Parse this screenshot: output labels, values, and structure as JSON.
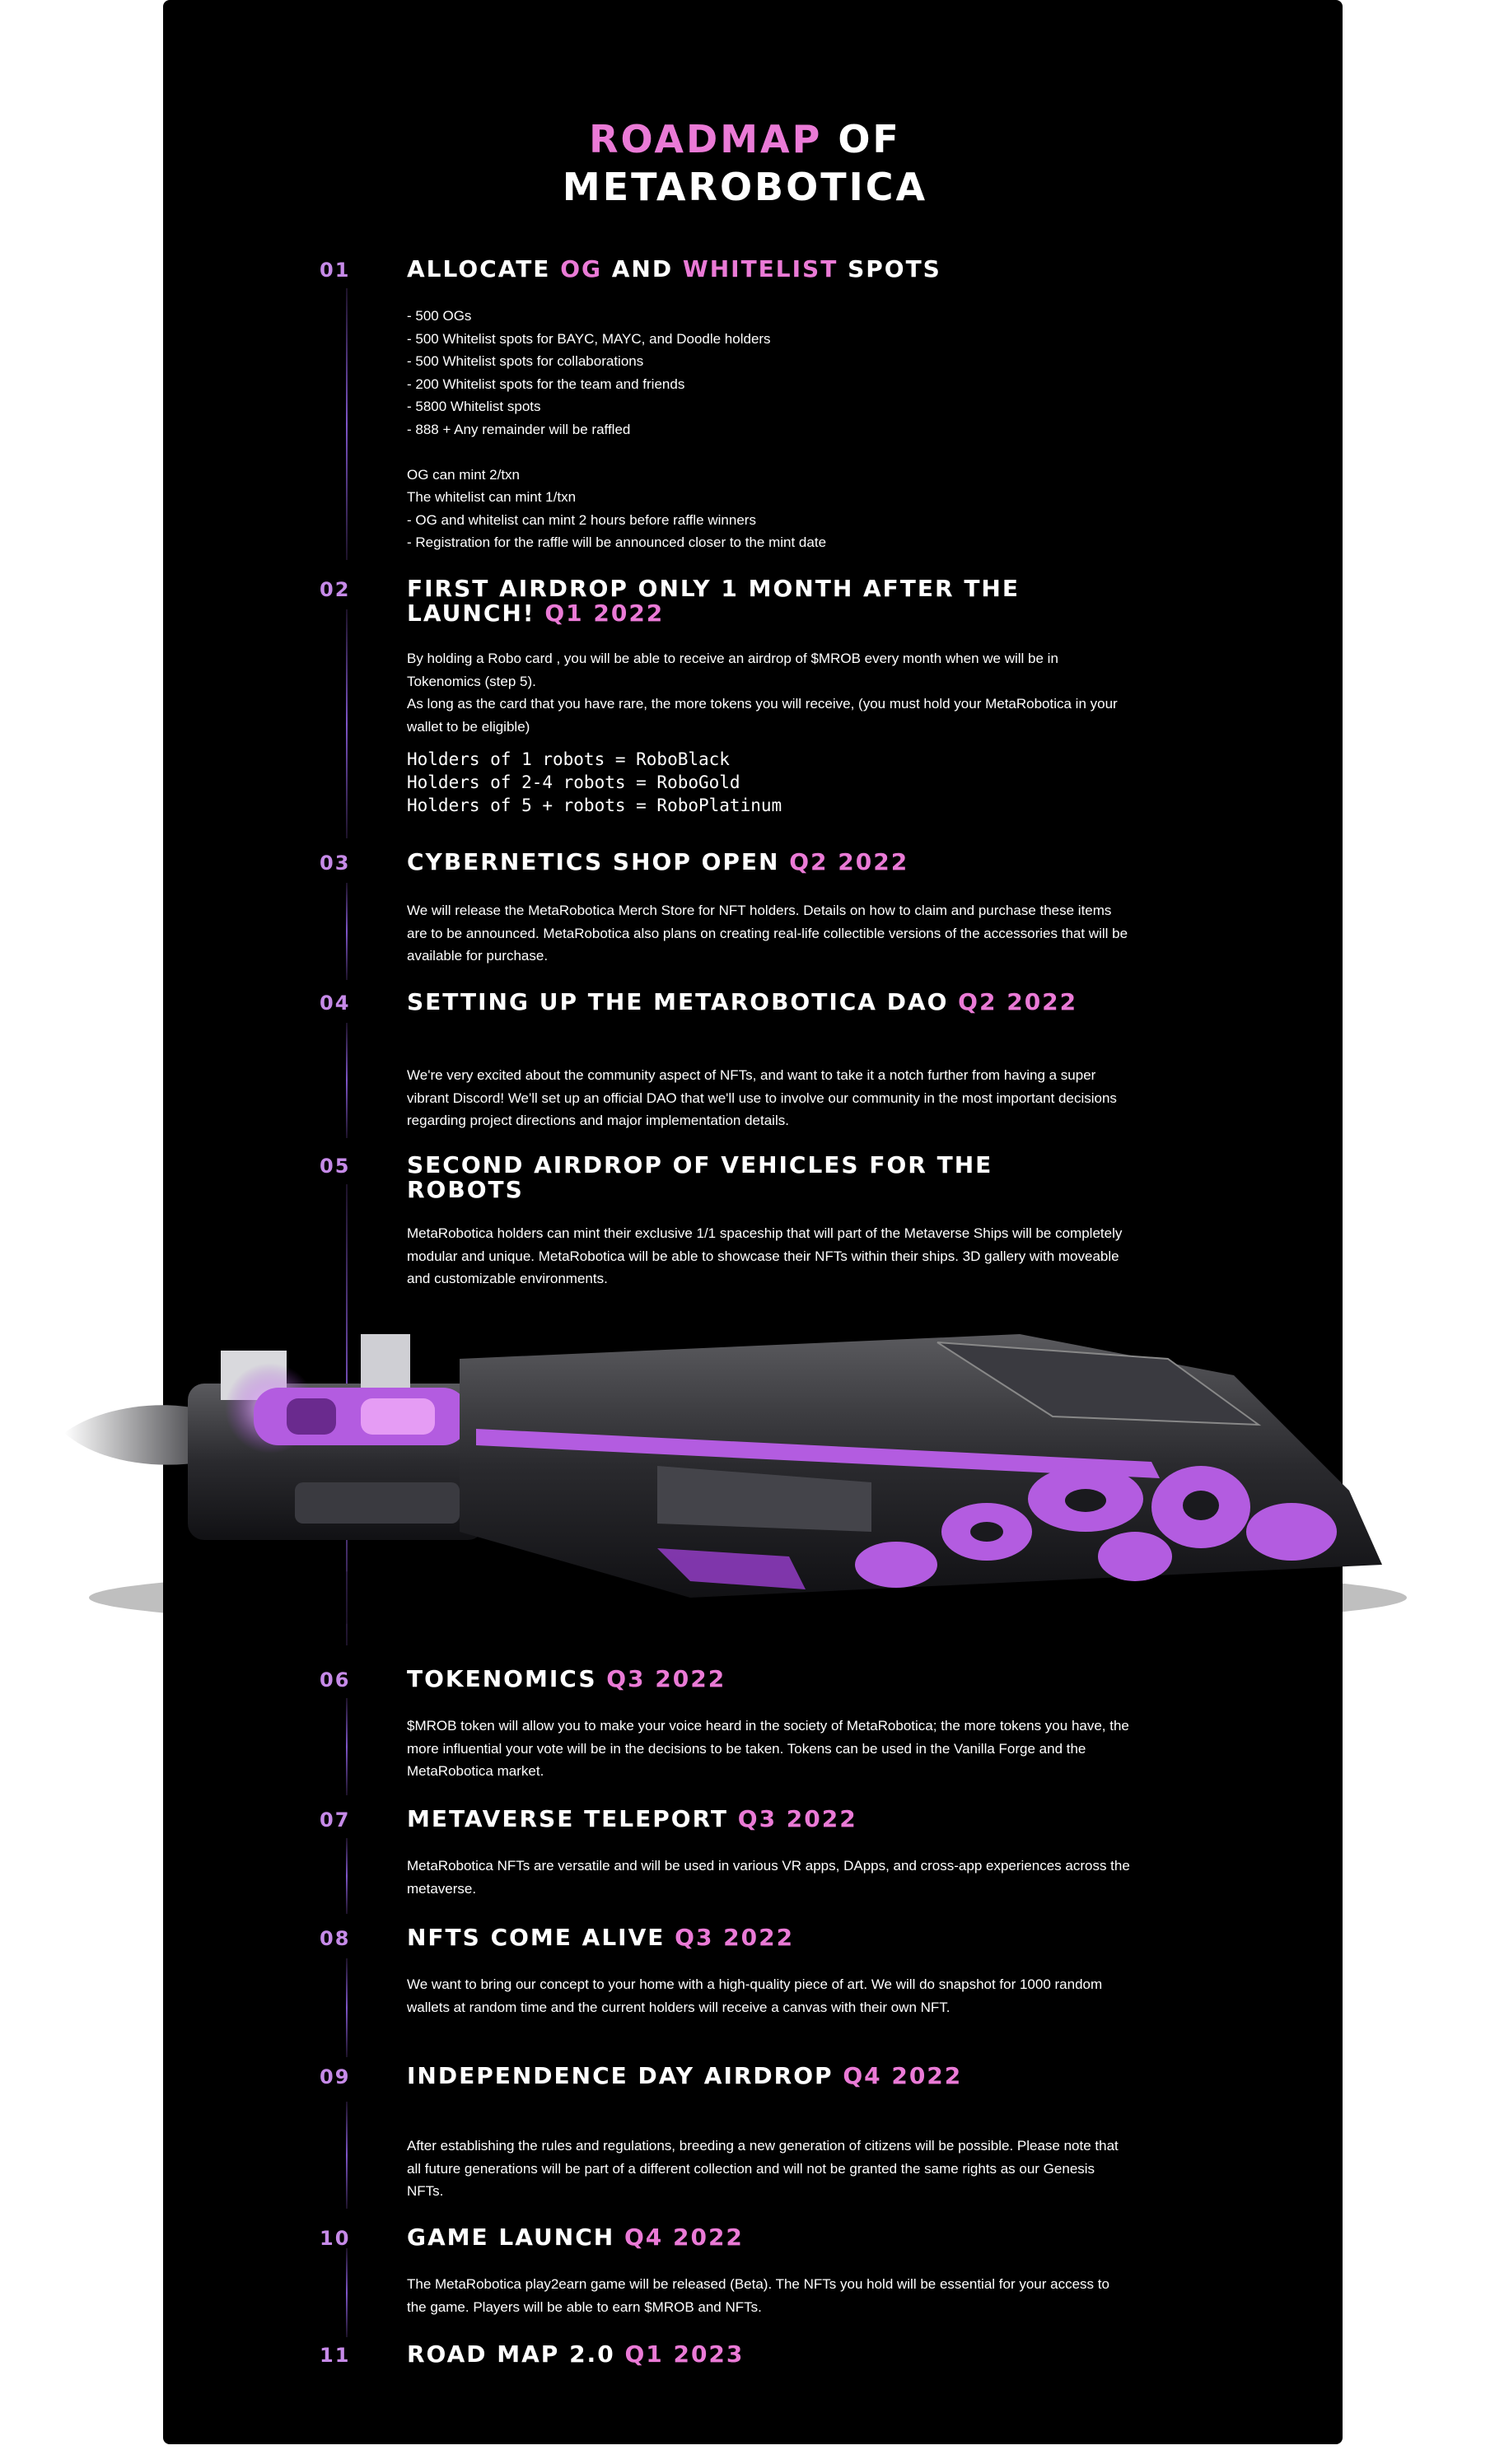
{
  "title": {
    "part1": "ROADMAP",
    "part2": " OF",
    "part3": "METAROBOTICA"
  },
  "colors": {
    "accent_pink": "#ea7ad6",
    "accent_purple": "#c68ae8",
    "background": "#000000"
  },
  "steps": [
    {
      "num": "01",
      "title_a": "ALLOCATE ",
      "title_b": "OG",
      "title_c": " AND ",
      "title_d": "WHITELIST",
      "title_e": " SPOTS",
      "body": "- 500 OGs\n- 500 Whitelist spots for BAYC, MAYC, and Doodle holders\n- 500 Whitelist spots for collaborations\n- 200 Whitelist spots for the team and friends\n- 5800 Whitelist spots\n- 888 + Any remainder will be raffled\n\nOG can mint 2/txn\nThe whitelist can mint 1/txn\n- OG and whitelist can mint 2 hours before raffle winners\n- Registration for the raffle will be announced closer to the mint date"
    },
    {
      "num": "02",
      "title_a": "FIRST AIRDROP ONLY 1 MONTH AFTER THE LAUNCH! ",
      "title_b": "Q1 2022",
      "body": "By holding a Robo card , you will be able to receive an airdrop of $MROB every month when we will be in Tokenomics (step 5).\nAs long as the card  that you have rare, the more tokens you will receive, (you must hold your MetaRobotica in your wallet to be eligible)",
      "holders": "Holders of 1 robots = RoboBlack\nHolders of 2-4 robots = RoboGold\nHolders of 5 + robots = RoboPlatinum"
    },
    {
      "num": "03",
      "title_a": "CYBERNETICS SHOP OPEN ",
      "title_b": "Q2 2022",
      "body": "We will release the MetaRobotica Merch Store for NFT holders. Details on how to claim and purchase these items are to be announced. MetaRobotica also plans on creating real-life collectible versions of the accessories that will be available for purchase."
    },
    {
      "num": "04",
      "title_a": "SETTING UP THE METAROBOTICA DAO ",
      "title_b": "Q2 2022",
      "body": "We're very excited about the community aspect of NFTs, and want to take it a notch further from having a super vibrant Discord! We'll set up an official DAO that we'll use to involve our community in the most important decisions regarding project directions and major implementation details."
    },
    {
      "num": "05",
      "title_a": "SECOND AIRDROP OF VEHICLES FOR THE ROBOTS",
      "body": "MetaRobotica holders  can mint their exclusive 1/1 spaceship that will part of the Metaverse Ships will be completely modular and unique. MetaRobotica will be able to showcase their NFTs within their ships. 3D gallery with moveable and customizable environments."
    },
    {
      "num": "06",
      "title_a": "TOKENOMICS ",
      "title_b": "Q3 2022",
      "body": "$MROB token will allow you to make your voice heard in the society of MetaRobotica; the more tokens you have, the more influential your vote will be in the decisions to be taken. Tokens can be used in the Vanilla Forge and the MetaRobotica market."
    },
    {
      "num": "07",
      "title_a": "METAVERSE TELEPORT ",
      "title_b": "Q3 2022",
      "body": "MetaRobotica NFTs are versatile and will be used in various VR apps, DApps, and cross-app experiences across the metaverse."
    },
    {
      "num": "08",
      "title_a": "NFTS COME ALIVE ",
      "title_b": "Q3 2022",
      "body": "We want to bring our concept to your home with a high-quality piece of art. We will do snapshot for 1000 random wallets at random time and the current holders will receive a canvas with their own NFT."
    },
    {
      "num": "09",
      "title_a": "INDEPENDENCE DAY AIRDROP ",
      "title_b": "Q4 2022",
      "body": "After establishing the rules and regulations, breeding a new generation of citizens will be possible. Please note that all future generations will be part of a different collection and will not be granted the same rights as our Genesis NFTs."
    },
    {
      "num": "10",
      "title_a": "GAME LAUNCH ",
      "title_b": "Q4 2022",
      "body": "The MetaRobotica play2earn game will be released (Beta). The NFTs you hold will be essential for your access to the game. Players will be able to earn $MROB and NFTs."
    },
    {
      "num": "11",
      "title_a": "ROAD MAP 2.0 ",
      "title_b": "Q1 2023"
    }
  ]
}
